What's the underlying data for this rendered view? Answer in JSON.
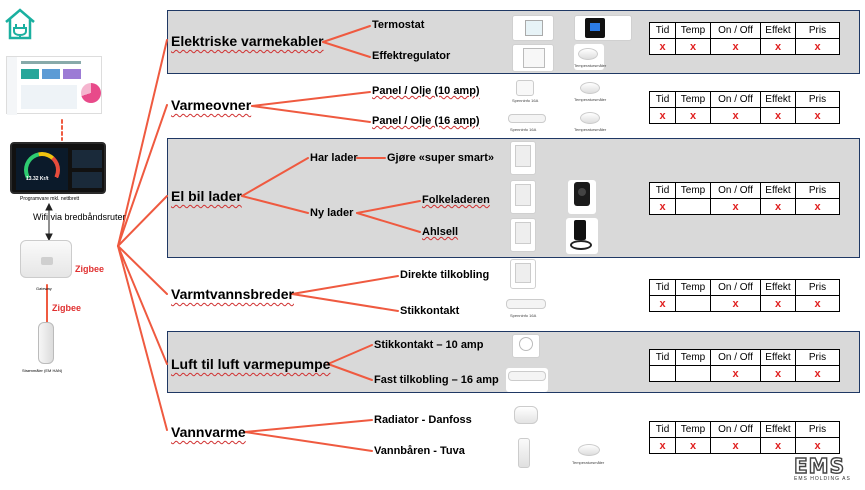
{
  "left": {
    "software_caption": "Programvare mkl. nettbrett",
    "wifi_label": "Wifi  via bredbåndsruter",
    "gateway_label": "Gateway",
    "zigbee_1": "Zigbee",
    "zigbee_2": "Zigbee",
    "meter_label": "Strømmåler (EM HAN)",
    "meter_value": "13.32 Kr/t"
  },
  "columns": [
    "Tid",
    "Temp",
    "On / Off",
    "Effekt",
    "Pris"
  ],
  "mark": "x",
  "categories": [
    {
      "title": "Elektriske varmekabler",
      "subs": [
        "Termostat",
        "Effektregulator"
      ],
      "marks": [
        true,
        true,
        true,
        true,
        true
      ]
    },
    {
      "title": "Varmeovner",
      "subs": [
        "Panel / Olje (10 amp)",
        "Panel / Olje (16 amp)"
      ],
      "marks": [
        true,
        true,
        true,
        true,
        true
      ]
    },
    {
      "title": "El bil lader",
      "subs": [
        "Har lader",
        "Ny lader",
        "Gjøre «super smart»",
        "Folkeladeren",
        "Ahlsell"
      ],
      "marks": [
        true,
        false,
        true,
        true,
        true
      ]
    },
    {
      "title": "Varmtvannsbreder",
      "subs": [
        "Direkte tilkobling",
        "Stikkontakt"
      ],
      "marks": [
        true,
        false,
        true,
        true,
        true
      ]
    },
    {
      "title": "Luft til luft varmepumpe",
      "subs": [
        "Stikkontakt – 10 amp",
        "Fast tilkobling – 16 amp"
      ],
      "marks": [
        false,
        false,
        true,
        true,
        true
      ]
    },
    {
      "title": "Vannvarme",
      "subs": [
        "Radiator - Danfoss",
        "Vannbåren - Tuva"
      ],
      "marks": [
        true,
        true,
        true,
        true,
        true
      ]
    }
  ],
  "device_labels": {
    "switch": "Spenninfo 16A",
    "temp_sensor": "Temperatursmåler"
  },
  "logo": {
    "name": "EMS",
    "sub": "EMS HOLDING AS"
  },
  "colors": {
    "line": "#ef5a40",
    "section_bg": "#d9d9d9",
    "section_border": "#1f3864",
    "mark": "#e02020",
    "house_icon": "#1ab0a0"
  }
}
